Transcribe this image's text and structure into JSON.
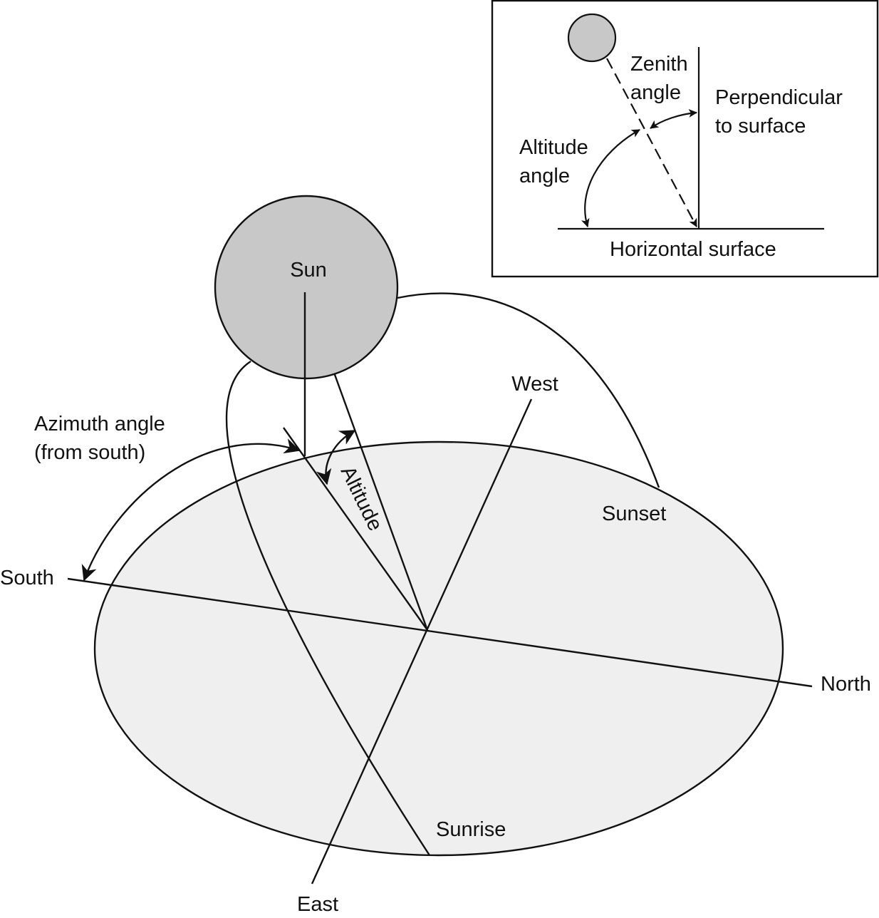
{
  "colors": {
    "ground_fill": "#efefef",
    "sun_fill": "#c8c8c8",
    "line": "#111111",
    "background": "#ffffff"
  },
  "labels": {
    "sun": "Sun",
    "west": "West",
    "east": "East",
    "north": "North",
    "south": "South",
    "sunset": "Sunset",
    "sunrise": "Sunrise",
    "altitude": "Altitude",
    "azimuth_line1": "Azimuth angle",
    "azimuth_line2": "(from south)"
  },
  "inset": {
    "zenith_line1": "Zenith",
    "zenith_line2": "angle",
    "perpendicular_line1": "Perpendicular",
    "perpendicular_line2": "to surface",
    "altitude_line1": "Altitude",
    "altitude_line2": "angle",
    "horizontal_surface": "Horizontal surface"
  }
}
